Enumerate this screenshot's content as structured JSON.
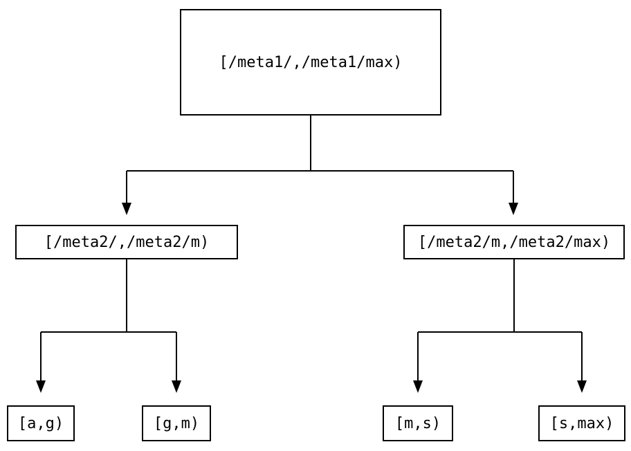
{
  "diagram_type": "tree",
  "colors": {
    "foreground": "#000000",
    "background": "#ffffff"
  },
  "nodes": {
    "root": {
      "label": "[/meta1/,/meta1/max)"
    },
    "level2_left": {
      "label": "[/meta2/,/meta2/m)"
    },
    "level2_right": {
      "label": "[/meta2/m,/meta2/max)"
    },
    "leaf_ag": {
      "label": "[a,g)"
    },
    "leaf_gm": {
      "label": "[g,m)"
    },
    "leaf_ms": {
      "label": "[m,s)"
    },
    "leaf_smax": {
      "label": "[s,max)"
    }
  },
  "edges": [
    {
      "from": "root",
      "to": "level2_left"
    },
    {
      "from": "root",
      "to": "level2_right"
    },
    {
      "from": "level2_left",
      "to": "leaf_ag"
    },
    {
      "from": "level2_left",
      "to": "leaf_gm"
    },
    {
      "from": "level2_right",
      "to": "leaf_ms"
    },
    {
      "from": "level2_right",
      "to": "leaf_smax"
    }
  ]
}
